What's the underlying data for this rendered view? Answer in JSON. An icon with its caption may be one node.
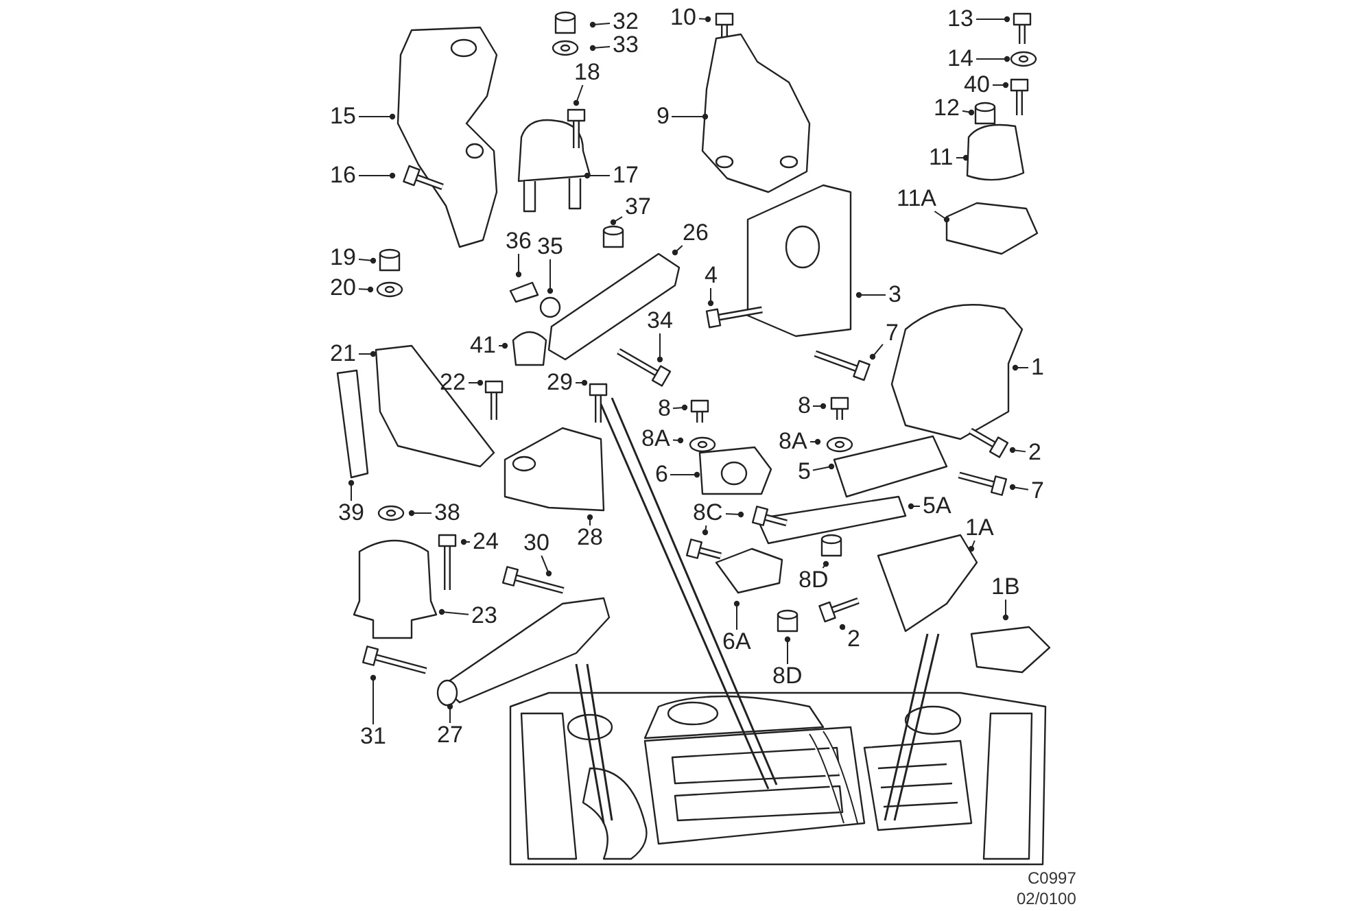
{
  "diagram": {
    "nodes": [
      {
        "text": [
          "32"
        ]
      },
      {
        "text": [
          "33"
        ]
      },
      {
        "text": [
          "10"
        ]
      },
      {
        "text": [
          "13"
        ]
      },
      {
        "text": [
          "14"
        ]
      },
      {
        "text": [
          "18"
        ]
      },
      {
        "text": [
          "15"
        ]
      },
      {
        "text": [
          "9"
        ]
      },
      {
        "text": [
          "40"
        ]
      },
      {
        "text": [
          "12"
        ]
      },
      {
        "text": [
          "16"
        ]
      },
      {
        "text": [
          "17"
        ]
      },
      {
        "text": [
          "11"
        ]
      },
      {
        "text": [
          "11A"
        ]
      },
      {
        "text": [
          "37"
        ]
      },
      {
        "text": [
          "26"
        ]
      },
      {
        "text": [
          "36"
        ]
      },
      {
        "text": [
          "35"
        ]
      },
      {
        "text": [
          "19"
        ]
      },
      {
        "text": [
          "20"
        ]
      },
      {
        "text": [
          "4"
        ]
      },
      {
        "text": [
          "3"
        ]
      },
      {
        "text": [
          "41"
        ]
      },
      {
        "text": [
          "34"
        ]
      },
      {
        "text": [
          "7"
        ]
      },
      {
        "text": [
          "21"
        ]
      },
      {
        "text": [
          "1"
        ]
      },
      {
        "text": [
          "22"
        ]
      },
      {
        "text": [
          "29"
        ]
      },
      {
        "text": [
          "8"
        ]
      },
      {
        "text": [
          "8"
        ]
      },
      {
        "text": [
          "8A"
        ]
      },
      {
        "text": [
          "8A"
        ]
      },
      {
        "text": [
          "2"
        ]
      },
      {
        "text": [
          "6"
        ]
      },
      {
        "text": [
          "5"
        ]
      },
      {
        "text": [
          "7"
        ]
      },
      {
        "text": [
          "39"
        ]
      },
      {
        "text": [
          "38"
        ]
      },
      {
        "text": [
          "28"
        ]
      },
      {
        "text": [
          "8C"
        ]
      },
      {
        "text": [
          "5A"
        ]
      },
      {
        "text": [
          "1A"
        ]
      },
      {
        "text": [
          "30"
        ]
      },
      {
        "text": [
          "24"
        ]
      },
      {
        "text": [
          "8D"
        ]
      },
      {
        "text": [
          "1B"
        ]
      },
      {
        "text": [
          "23"
        ]
      },
      {
        "text": [
          "6A"
        ]
      },
      {
        "text": [
          "2"
        ]
      },
      {
        "text": [
          "8D"
        ]
      },
      {
        "text": [
          "31"
        ]
      },
      {
        "text": [
          "27"
        ]
      }
    ],
    "edges": [
      {
        "from": 0,
        "to": null,
        "arrow": "other"
      },
      {
        "from": 1,
        "to": null,
        "arrow": "other"
      },
      {
        "from": 2,
        "to": null,
        "arrow": "other"
      },
      {
        "from": 3,
        "to": null,
        "arrow": "other"
      },
      {
        "from": 4,
        "to": null,
        "arrow": "other"
      },
      {
        "from": 5,
        "to": null,
        "arrow": "other"
      },
      {
        "from": 6,
        "to": null,
        "arrow": "other"
      },
      {
        "from": 7,
        "to": null,
        "arrow": "other"
      },
      {
        "from": 8,
        "to": null,
        "arrow": "other"
      },
      {
        "from": 9,
        "to": null,
        "arrow": "other"
      },
      {
        "from": 10,
        "to": null,
        "arrow": "other"
      },
      {
        "from": 11,
        "to": null,
        "arrow": "other"
      },
      {
        "from": 12,
        "to": null,
        "arrow": "other"
      },
      {
        "from": 13,
        "to": null,
        "arrow": "other"
      },
      {
        "from": 14,
        "to": null,
        "arrow": "other"
      },
      {
        "from": 15,
        "to": null,
        "arrow": "other"
      },
      {
        "from": 16,
        "to": null,
        "arrow": "other"
      },
      {
        "from": 17,
        "to": null,
        "arrow": "other"
      },
      {
        "from": 18,
        "to": null,
        "arrow": "other"
      },
      {
        "from": 19,
        "to": null,
        "arrow": "other"
      },
      {
        "from": 20,
        "to": null,
        "arrow": "other"
      },
      {
        "from": 21,
        "to": null,
        "arrow": "other"
      },
      {
        "from": 22,
        "to": null,
        "arrow": "other"
      },
      {
        "from": 23,
        "to": null,
        "arrow": "other"
      },
      {
        "from": 24,
        "to": null,
        "arrow": "other"
      },
      {
        "from": 25,
        "to": null,
        "arrow": "other"
      },
      {
        "from": 26,
        "to": null,
        "arrow": "other"
      },
      {
        "from": 27,
        "to": null,
        "arrow": "other"
      },
      {
        "from": 28,
        "to": null,
        "arrow": "other"
      },
      {
        "from": 29,
        "to": null,
        "arrow": "other"
      },
      {
        "from": 30,
        "to": null,
        "arrow": "other"
      },
      {
        "from": 31,
        "to": null,
        "arrow": "other"
      },
      {
        "from": 32,
        "to": null,
        "arrow": "other"
      },
      {
        "from": 33,
        "to": null,
        "arrow": "other"
      },
      {
        "from": 34,
        "to": null,
        "arrow": "other"
      },
      {
        "from": 35,
        "to": null,
        "arrow": "other"
      },
      {
        "from": 36,
        "to": null,
        "arrow": "other"
      },
      {
        "from": 37,
        "to": null,
        "arrow": "other"
      },
      {
        "from": 38,
        "to": null,
        "arrow": "other"
      },
      {
        "from": 39,
        "to": null,
        "arrow": "other"
      },
      {
        "from": 40,
        "to": null,
        "arrow": "other"
      },
      {
        "from": 40,
        "to": null,
        "arrow": "other"
      },
      {
        "from": 41,
        "to": null,
        "arrow": "other"
      },
      {
        "from": 42,
        "to": null,
        "arrow": "other"
      },
      {
        "from": 43,
        "to": null,
        "arrow": "other"
      },
      {
        "from": 44,
        "to": null,
        "arrow": "other"
      },
      {
        "from": 45,
        "to": null,
        "arrow": "other"
      },
      {
        "from": 46,
        "to": null,
        "arrow": "other"
      },
      {
        "from": 47,
        "to": null,
        "arrow": "other"
      },
      {
        "from": 48,
        "to": null,
        "arrow": "other"
      },
      {
        "from": 49,
        "to": null,
        "arrow": "other"
      },
      {
        "from": 50,
        "to": null,
        "arrow": "other"
      },
      {
        "from": 51,
        "to": null,
        "arrow": "other"
      },
      {
        "from": 52,
        "to": null,
        "arrow": "other"
      }
    ],
    "labels": [
      "C0997",
      "02/0100"
    ]
  }
}
